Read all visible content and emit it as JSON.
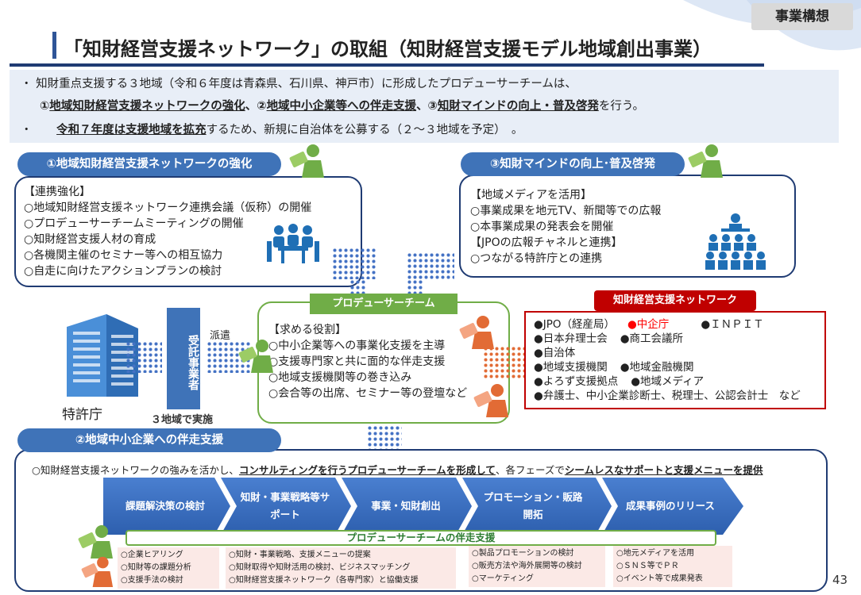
{
  "tag": "事業構想",
  "title": "「知財経営支援ネットワーク」の取組（知財経営支援モデル地域創出事業）",
  "summary": {
    "line1": "・ 知財重点支援する３地域（令和６年度は青森県、石川県、神戸市）に形成したプロデューサーチームは、",
    "line2_parts": [
      "①",
      "地域知財経営支援ネットワークの強化",
      "、②",
      "地域中小企業等への伴走支援",
      "、③",
      "知財マインドの向上・普及啓発",
      "を行う。"
    ],
    "line3_bullet": "・",
    "line3_bold": "令和７年度は支援地域を拡充",
    "line3_rest": "するため、新規に自治体を公募する（２～３地域を予定）　。"
  },
  "section1": {
    "heading": "①地域知財経営支援ネットワークの強化",
    "items": [
      "【連携強化】",
      "○地域知財経営支援ネットワーク連携会議（仮称）の開催",
      "○プロデューサーチームミーティングの開催",
      "○知財経営支援人材の育成",
      "○各機関主催のセミナー等への相互協力",
      "○自走に向けたアクションプランの検討"
    ]
  },
  "section3": {
    "heading": "③知財マインドの向上･普及啓発",
    "items": [
      "【地域メディアを活用】",
      "○事業成果を地元TV、新聞等での広報",
      "○本事業成果の発表会を開催",
      "【JPOの広報チャネルと連携】",
      "○つながる特許庁との連携"
    ]
  },
  "left_flow": {
    "jpo": "特許庁",
    "contractor": "受託事業者",
    "dispatch": "派遣",
    "implemented": "３地域で実施"
  },
  "producer": {
    "heading": "プロデューサーチーム",
    "items": [
      "【求める役割】",
      "○中小企業等への事業化支援を主導",
      "○支援専門家と共に面的な伴走支援",
      "○地域支援機関等の巻き込み",
      "○会合等の出席、セミナー等の登壇など"
    ]
  },
  "network": {
    "heading": "知財経営支援ネットワーク",
    "row1": {
      "a": "●JPO（経産局）",
      "b": "●中企庁",
      "c": "●ＩＮＰＩＴ"
    },
    "row2": {
      "a": "●日本弁理士会",
      "b": "●商工会議所"
    },
    "row3": "●自治体",
    "row4": {
      "a": "●地域支援機関",
      "b": "●地域金融機関"
    },
    "row5": {
      "a": "●よろず支援拠点",
      "b": "●地域メディア"
    },
    "row6": "●弁護士、中小企業診断士、税理士、公認会計士　など",
    "highlight_color": "#ff0000"
  },
  "section2": {
    "heading": "②地域中小企業への伴走支援",
    "intro_pre": "○知財経営支援ネットワークの強みを活かし、",
    "intro_b1": "コンサルティングを行うプロデューサーチームを形成して",
    "intro_mid": "、各フェーズで",
    "intro_b2": "シームレスなサポートと支援メニューを提供",
    "phases": [
      "課題解決策の検討",
      "知財・事業戦略等サポート",
      "事業・知財創出",
      "プロモーション・販路開拓",
      "成果事例のリリース"
    ],
    "support_label": "プロデューサーチームの伴走支援",
    "menus": [
      [
        "○企業ヒアリング",
        "○知財等の課題分析",
        "○支援手法の検討"
      ],
      [
        "○知財・事業戦略、支援メニューの提案",
        "○知財取得や知財活用の検討、ビジネスマッチング",
        "○知財経営支援ネットワーク（各専門家）と協働支援"
      ],
      [
        "○製品プロモーションの検討",
        "○販売方法や海外展開等の検討",
        "○マーケティング"
      ],
      [
        "○地元メディアを活用",
        "○ＳＮＳ等でＰＲ",
        "○イベント等で成果発表"
      ]
    ]
  },
  "page_number": "43",
  "colors": {
    "navy": "#1f3b73",
    "blue": "#3f73b8",
    "green": "#70ad47",
    "red": "#c00000",
    "orange": "#e26b35"
  }
}
